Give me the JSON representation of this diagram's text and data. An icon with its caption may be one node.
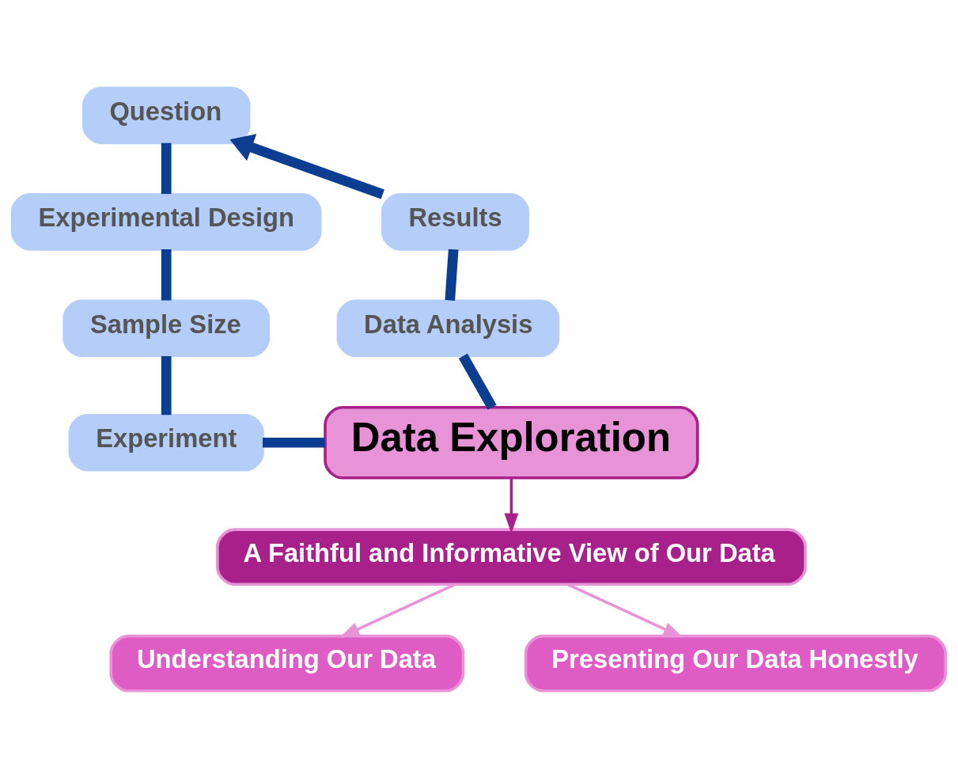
{
  "diagram": {
    "nodes": [
      {
        "text": [
          "Question"
        ]
      },
      {
        "text": [
          "Experimental Design"
        ]
      },
      {
        "text": [
          "Sample Size"
        ]
      },
      {
        "text": [
          "Experiment"
        ]
      },
      {
        "text": [
          "Data Exploration"
        ]
      },
      {
        "text": [
          "Data Analysis"
        ]
      },
      {
        "text": [
          "Results"
        ]
      },
      {
        "text": [
          "A Faithful and Informative View of Our Data"
        ]
      },
      {
        "text": [
          "Understanding Our Data"
        ]
      },
      {
        "text": [
          "Presenting Our Data Honestly"
        ]
      }
    ],
    "edges": [
      {
        "from": 0,
        "to": 1,
        "arrow": "none"
      },
      {
        "from": 1,
        "to": 2,
        "arrow": "none"
      },
      {
        "from": 2,
        "to": 3,
        "arrow": "none"
      },
      {
        "from": 3,
        "to": 4,
        "arrow": "none"
      },
      {
        "from": 4,
        "to": 5,
        "arrow": "none"
      },
      {
        "from": 5,
        "to": 6,
        "arrow": "none"
      },
      {
        "from": 6,
        "to": 0,
        "arrow": "to"
      },
      {
        "from": 4,
        "to": 7,
        "arrow": "to",
        "color": "#a8208a"
      },
      {
        "from": 7,
        "to": 8,
        "arrow": "to",
        "color": "#e892d8"
      },
      {
        "from": 7,
        "to": 9,
        "arrow": "to",
        "color": "#e892d8"
      }
    ]
  }
}
